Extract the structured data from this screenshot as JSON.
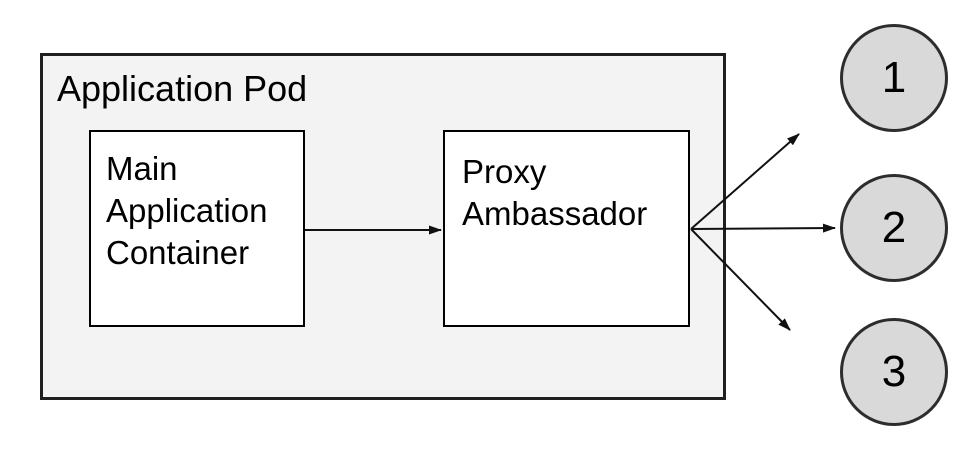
{
  "diagram": {
    "pod": {
      "label": "Application Pod"
    },
    "nodes": [
      {
        "id": "main-application-container",
        "label": "Main Application Container"
      },
      {
        "id": "proxy-ambassador",
        "label": "Proxy Ambassador"
      }
    ],
    "endpoints": [
      {
        "id": "endpoint-1",
        "label": "1"
      },
      {
        "id": "endpoint-2",
        "label": "2"
      },
      {
        "id": "endpoint-3",
        "label": "3"
      }
    ],
    "edges": [
      {
        "from": "main-application-container",
        "to": "proxy-ambassador"
      },
      {
        "from": "proxy-ambassador",
        "to": "endpoint-1"
      },
      {
        "from": "proxy-ambassador",
        "to": "endpoint-2"
      },
      {
        "from": "proxy-ambassador",
        "to": "endpoint-3"
      }
    ],
    "colors": {
      "pod_fill": "#f3f3f3",
      "pod_border": "#1f1f1f",
      "node_fill": "#ffffff",
      "node_border": "#000000",
      "endpoint_fill": "#d9d9d9",
      "endpoint_border": "#2d2d2d",
      "arrow": "#111111",
      "text": "#000000"
    }
  }
}
